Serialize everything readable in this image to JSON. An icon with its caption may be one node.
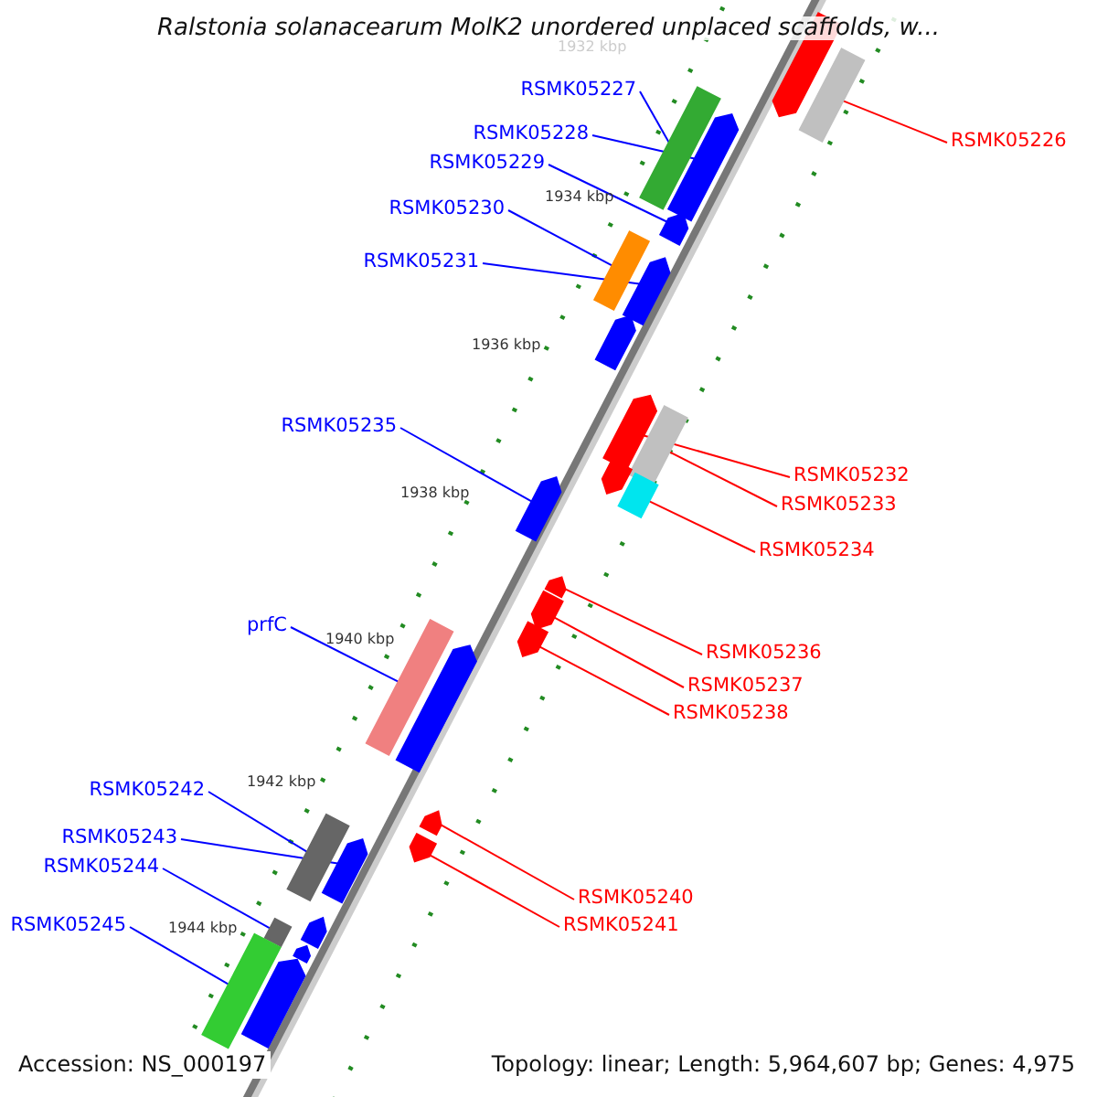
{
  "diagram": {
    "title": "Ralstonia solanacearum MolK2 unordered unplaced scaffolds, w...",
    "nodes": [
      {
        "text": [
          "RSMK05227"
        ]
      },
      {
        "text": [
          "RSMK05226"
        ]
      },
      {
        "text": [
          "RSMK05228"
        ]
      },
      {
        "text": [
          "RSMK05229"
        ]
      },
      {
        "text": [
          "RSMK05230"
        ]
      },
      {
        "text": [
          "RSMK05231"
        ]
      },
      {
        "text": [
          "RSMK05235"
        ]
      },
      {
        "text": [
          "RSMK05232"
        ]
      },
      {
        "text": [
          "RSMK05233"
        ]
      },
      {
        "text": [
          "RSMK05234"
        ]
      },
      {
        "text": [
          "prfC"
        ]
      },
      {
        "text": [
          "RSMK05236"
        ]
      },
      {
        "text": [
          "RSMK05237"
        ]
      },
      {
        "text": [
          "RSMK05238"
        ]
      },
      {
        "text": [
          "RSMK05242"
        ]
      },
      {
        "text": [
          "RSMK05243"
        ]
      },
      {
        "text": [
          "RSMK05244"
        ]
      },
      {
        "text": [
          "RSMK05240"
        ]
      },
      {
        "text": [
          "RSMK05245"
        ]
      },
      {
        "text": [
          "RSMK05241"
        ]
      },
      {
        "text": [],
        "shape": "bar"
      },
      {
        "text": [],
        "shape": "bar"
      },
      {
        "text": [],
        "shape": "bar"
      },
      {
        "text": [],
        "shape": "bar"
      },
      {
        "text": [],
        "shape": "bar"
      },
      {
        "text": [],
        "shape": "bar"
      },
      {
        "text": [],
        "shape": "bar"
      },
      {
        "text": [],
        "shape": "bar"
      },
      {
        "text": [],
        "shape": "bar"
      },
      {
        "text": [],
        "shape": "bar"
      },
      {
        "text": [],
        "shape": "bar"
      },
      {
        "text": [],
        "shape": "bar"
      },
      {
        "text": [],
        "shape": "bar"
      },
      {
        "text": [],
        "shape": "bar"
      },
      {
        "text": [],
        "shape": "bar"
      },
      {
        "text": [],
        "shape": "bar"
      },
      {
        "text": [],
        "shape": "bar"
      },
      {
        "text": [],
        "shape": "bar"
      },
      {
        "text": [],
        "shape": "bar"
      },
      {
        "text": [],
        "shape": "bar"
      },
      {
        "text": [],
        "shape": "bar"
      },
      {
        "text": [],
        "shape": "bar"
      },
      {
        "text": [],
        "shape": "bar"
      },
      {
        "text": [],
        "shape": "bar"
      },
      {
        "text": [],
        "shape": "bar"
      },
      {
        "text": [],
        "shape": "bar"
      },
      {
        "text": [],
        "shape": "bar"
      }
    ],
    "edges": [
      {
        "from": 0,
        "to": 22,
        "arrow": "none"
      },
      {
        "from": 1,
        "to": 21,
        "arrow": "none",
        "color": "#ff0000"
      },
      {
        "from": 2,
        "to": 23,
        "arrow": "none"
      },
      {
        "from": 3,
        "to": 24,
        "arrow": "none"
      },
      {
        "from": 4,
        "to": 25,
        "arrow": "none"
      },
      {
        "from": 5,
        "to": 26,
        "arrow": "none"
      },
      {
        "from": 6,
        "to": 32,
        "arrow": "none"
      },
      {
        "from": 7,
        "to": 28,
        "arrow": "none",
        "color": "#ff0000"
      },
      {
        "from": 8,
        "to": 29,
        "arrow": "none",
        "color": "#ff0000"
      },
      {
        "from": 9,
        "to": 31,
        "arrow": "none",
        "color": "#ff0000"
      },
      {
        "from": 10,
        "to": 36,
        "arrow": "none"
      },
      {
        "from": 11,
        "to": 33,
        "arrow": "none",
        "color": "#ff0000"
      },
      {
        "from": 12,
        "to": 34,
        "arrow": "none",
        "color": "#ff0000"
      },
      {
        "from": 13,
        "to": 35,
        "arrow": "none",
        "color": "#ff0000"
      },
      {
        "from": 14,
        "to": 39,
        "arrow": "none"
      },
      {
        "from": 15,
        "to": 40,
        "arrow": "none"
      },
      {
        "from": 16,
        "to": 42,
        "arrow": "none"
      },
      {
        "from": 17,
        "to": 38,
        "arrow": "none",
        "color": "#ff0000"
      },
      {
        "from": 18,
        "to": 45,
        "arrow": "none"
      },
      {
        "from": 19,
        "to": 41,
        "arrow": "none",
        "color": "#ff0000"
      }
    ],
    "labels": [
      "1932 kbp",
      "1934 kbp",
      "1936 kbp",
      "1938 kbp",
      "1940 kbp",
      "1942 kbp",
      "1944 kbp",
      "Accession: NS_000197",
      "Topology: linear; Length: 5,964,607 bp; Genes: 4,975"
    ]
  }
}
